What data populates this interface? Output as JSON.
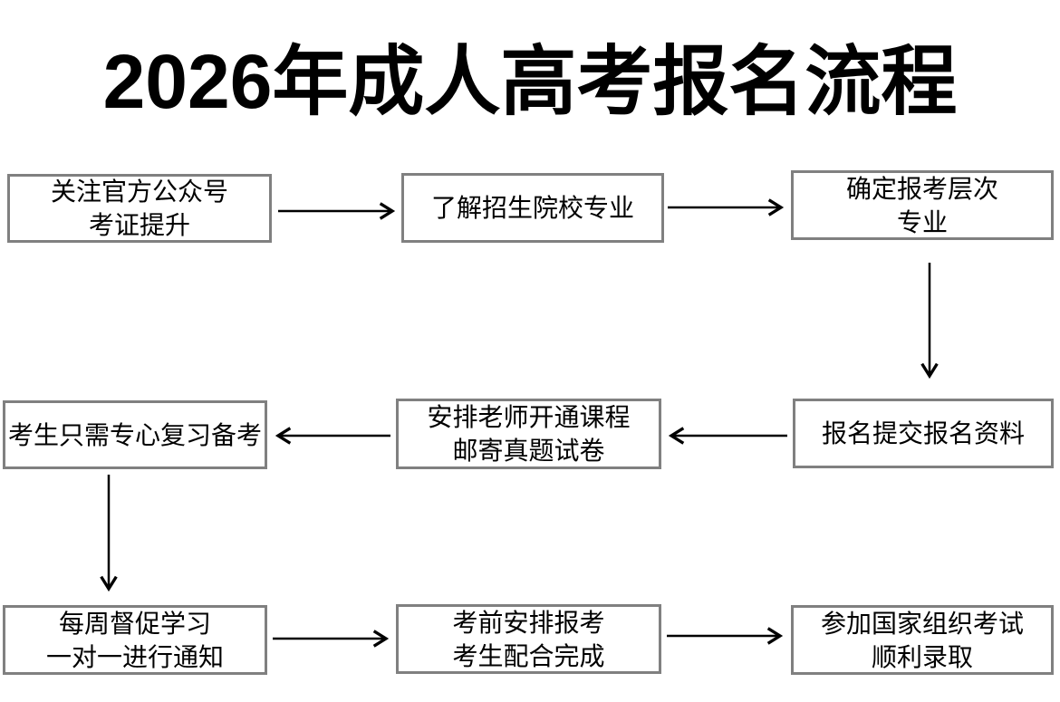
{
  "title": "2026年成人高考报名流程",
  "colors": {
    "background": "#ffffff",
    "box_border": "#808080",
    "text": "#000000",
    "arrow": "#000000"
  },
  "steps": [
    {
      "id": 1,
      "line1": "关注官方公众号",
      "line2": "考证提升"
    },
    {
      "id": 2,
      "line1": "了解招生院校专业"
    },
    {
      "id": 3,
      "line1": "确定报考层次",
      "line2": "专业"
    },
    {
      "id": 4,
      "line1": "报名提交报名资料"
    },
    {
      "id": 5,
      "line1": "安排老师开通课程",
      "line2": "邮寄真题试卷"
    },
    {
      "id": 6,
      "line1": "考生只需专心复习备考"
    },
    {
      "id": 7,
      "line1": "每周督促学习",
      "line2": "一对一进行通知"
    },
    {
      "id": 8,
      "line1": "考前安排报考",
      "line2": "考生配合完成"
    },
    {
      "id": 9,
      "line1": "参加国家组织考试",
      "line2": "顺利录取"
    }
  ],
  "flow_order": [
    "step-1 -> step-2",
    "step-2 -> step-3",
    "step-3 -> step-4",
    "step-4 -> step-5",
    "step-5 -> step-6",
    "step-6 -> step-7",
    "step-7 -> step-8",
    "step-8 -> step-9"
  ]
}
